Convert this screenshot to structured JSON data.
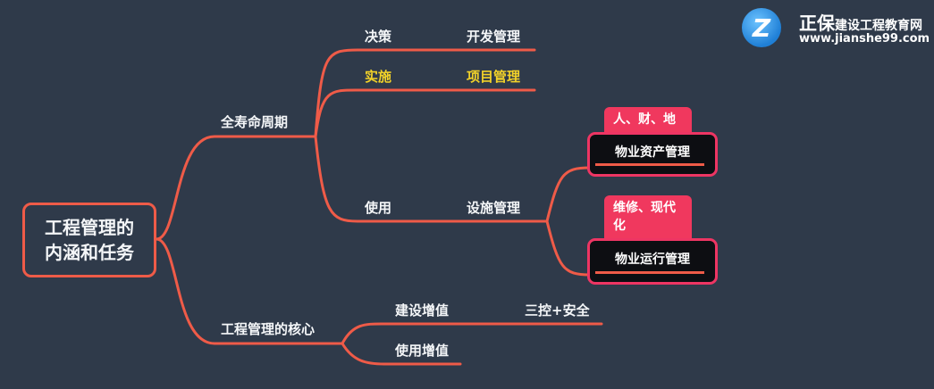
{
  "logo": {
    "icon": "z-swirl-logo-icon",
    "brand": "正保",
    "subtitle": "建设工程教育网",
    "url": "www.jianshe99.com"
  },
  "colors": {
    "background": "#2f3a4a",
    "branch_line": "#ef5b48",
    "tag_fill": "#f0385e",
    "node_fill": "#0d0e12",
    "highlight_text": "#f2d229",
    "text": "#f4f6f8"
  },
  "mindmap": {
    "root": {
      "line1": "工程管理的",
      "line2": "内涵和任务"
    },
    "branches": [
      {
        "label": "全寿命周期",
        "children": [
          {
            "label": "决策",
            "detail": "开发管理",
            "highlight": false
          },
          {
            "label": "实施",
            "detail": "项目管理",
            "highlight": true
          },
          {
            "label": "使用",
            "detail": "设施管理",
            "highlight": false,
            "children": [
              {
                "tag": "人、财、地",
                "label": "物业资产管理"
              },
              {
                "tag_line1": "维修、现代",
                "tag_line2": "化",
                "label": "物业运行管理"
              }
            ]
          }
        ]
      },
      {
        "label": "工程管理的核心",
        "children": [
          {
            "label": "建设增值",
            "detail": "三控+安全"
          },
          {
            "label": "使用增值"
          }
        ]
      }
    ]
  }
}
